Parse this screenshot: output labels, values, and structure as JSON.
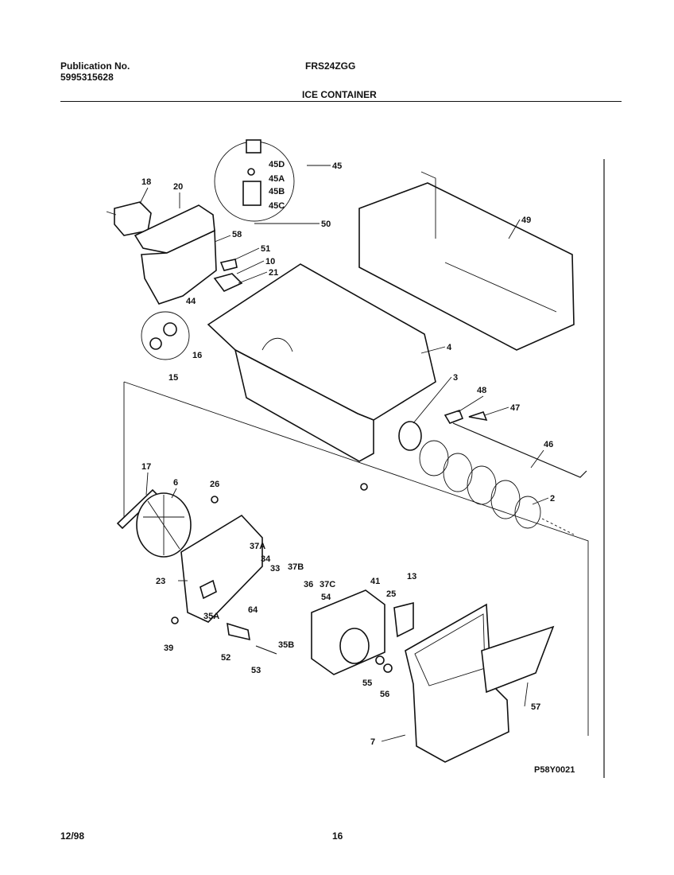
{
  "header": {
    "publication_label": "Publication No.",
    "publication_number": "5995315628",
    "model": "FRS24ZGG",
    "section_title": "ICE CONTAINER"
  },
  "footer": {
    "date": "12/98",
    "page_number": "16"
  },
  "diagram": {
    "figure_code": "P58Y0021",
    "callouts": {
      "c18": "18",
      "c20": "20",
      "c45": "45",
      "c45d": "45D",
      "c45a": "45A",
      "c45b": "45B",
      "c45c": "45C",
      "c50": "50",
      "c49": "49",
      "c58": "58",
      "c51": "51",
      "c10": "10",
      "c21": "21",
      "c44": "44",
      "c4": "4",
      "c16": "16",
      "c15": "15",
      "c3": "3",
      "c48": "48",
      "c47": "47",
      "c46": "46",
      "c2": "2",
      "c17": "17",
      "c6": "6",
      "c26": "26",
      "c37a": "37A",
      "c34": "34",
      "c33": "33",
      "c37b": "37B",
      "c23": "23",
      "c36": "36",
      "c37c": "37C",
      "c54": "54",
      "c41": "41",
      "c13": "13",
      "c25": "25",
      "c35a": "35A",
      "c64": "64",
      "c35b": "35B",
      "c39": "39",
      "c52": "52",
      "c53": "53",
      "c55": "55",
      "c56": "56",
      "c57": "57",
      "c7": "7"
    }
  }
}
